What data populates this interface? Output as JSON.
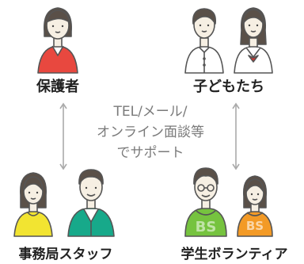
{
  "nodes": {
    "guardian": {
      "label": "保護者"
    },
    "children": {
      "label": "子どもたち"
    },
    "office_staff": {
      "label": "事務局スタッフ"
    },
    "student_volunteers": {
      "label": "学生ボランティア",
      "shirt_text": "BS"
    }
  },
  "center_text": {
    "line1": "TEL/メール/",
    "line2": "オンライン面談等",
    "line3": "でサポート"
  },
  "colors": {
    "guardian_top": "#e8483f",
    "office_left_top": "#f2e431",
    "office_right_top": "#17a98a",
    "volunteer_left_top": "#76c33f",
    "volunteer_right_top": "#f39a26",
    "student_tie": "#d9302c",
    "hair": "#5a5048",
    "skin": "#f6efe3",
    "arrow": "#aaaaaa"
  }
}
